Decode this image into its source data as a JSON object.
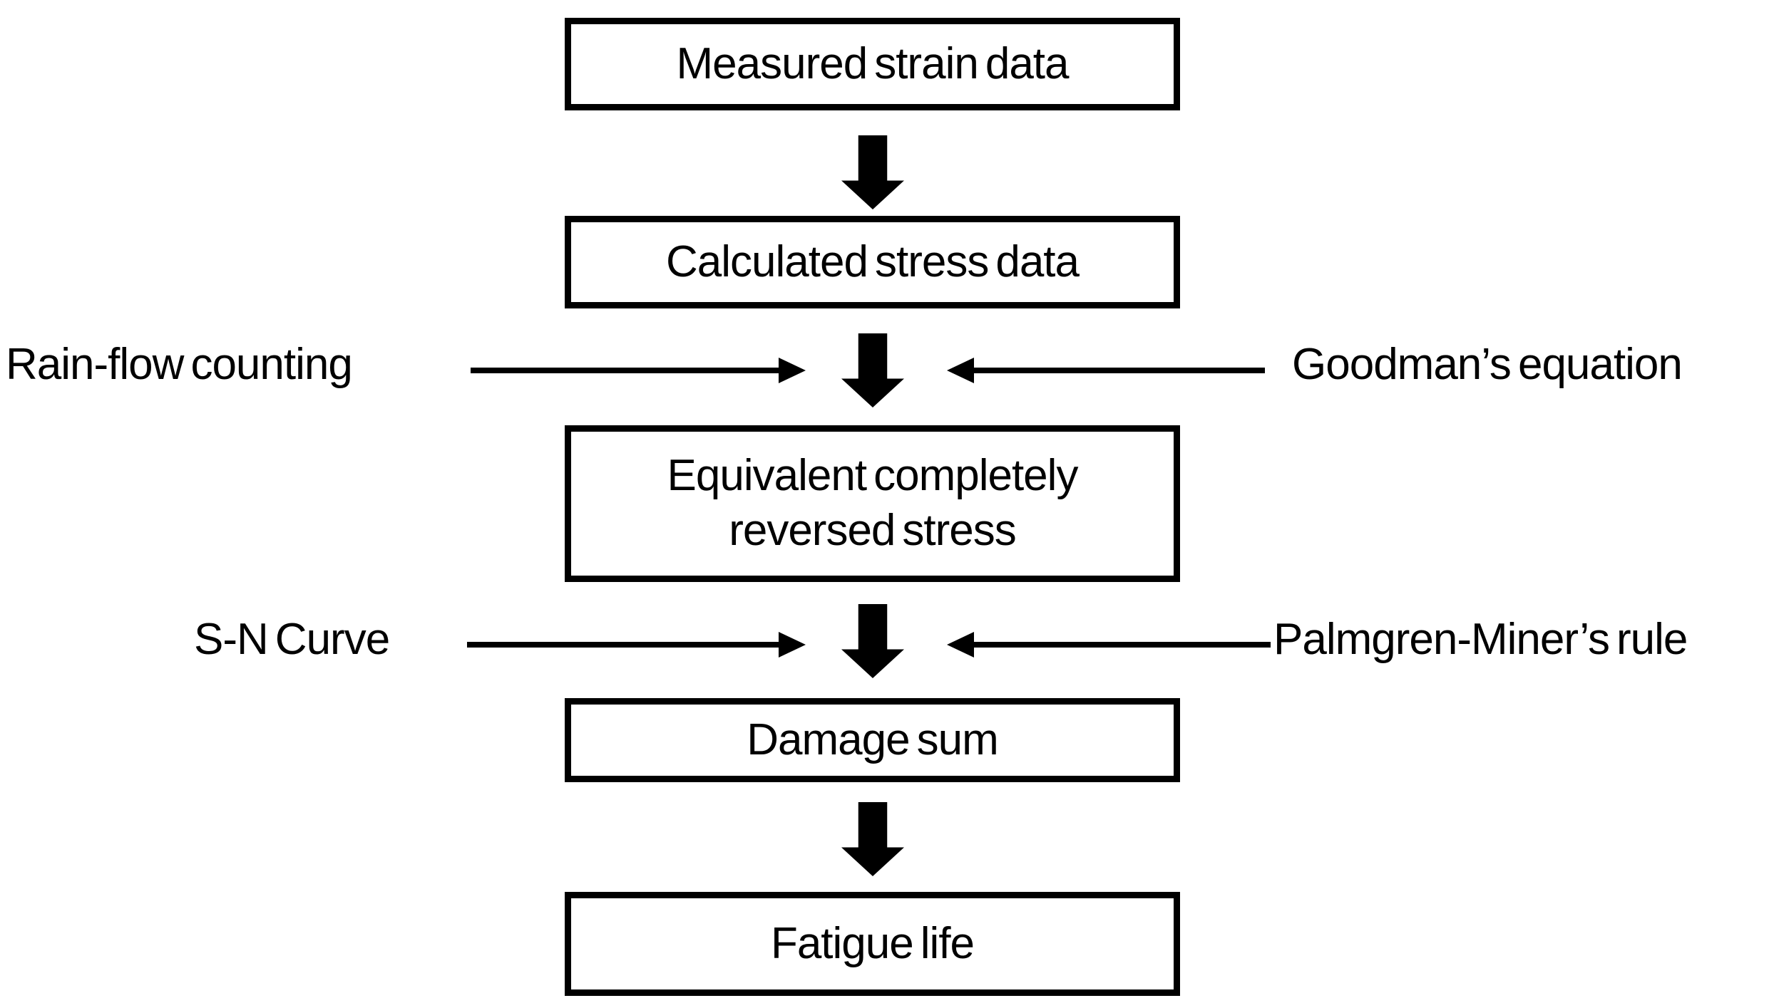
{
  "colors": {
    "ink": "#000000",
    "background": "#ffffff"
  },
  "flowchart": {
    "boxes": [
      {
        "label": "Measured strain data"
      },
      {
        "label": "Calculated stress data"
      },
      {
        "label": "Equivalent completely reversed stress"
      },
      {
        "label": "Damage sum"
      },
      {
        "label": "Fatigue life"
      }
    ],
    "annotations": [
      {
        "label": "Rain-flow counting",
        "side": "left",
        "points_to": "arrow between Calculated stress data and Equivalent completely reversed stress"
      },
      {
        "label": "Goodman’s equation",
        "side": "right",
        "points_to": "arrow between Calculated stress data and Equivalent completely reversed stress"
      },
      {
        "label": "S-N Curve",
        "side": "left",
        "points_to": "arrow between Equivalent completely reversed stress and Damage sum"
      },
      {
        "label": "Palmgren-Miner’s rule",
        "side": "right",
        "points_to": "arrow between Equivalent completely reversed stress and Damage sum"
      }
    ]
  }
}
